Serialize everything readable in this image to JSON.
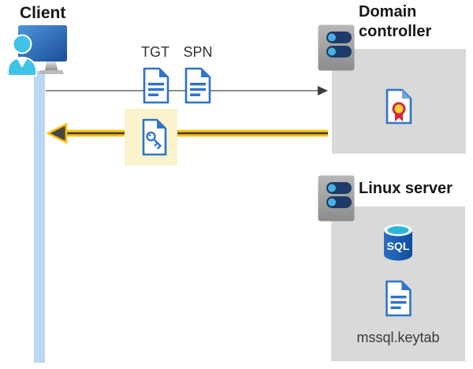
{
  "client": {
    "label": "Client"
  },
  "tickets": {
    "tgt_label": "TGT",
    "spn_label": "SPN"
  },
  "domain_controller": {
    "label": "Domain controller"
  },
  "linux_server": {
    "label": "Linux server",
    "sql_badge": "SQL",
    "keytab_filename": "mssql.keytab"
  },
  "colors": {
    "doc_blue": "#2e74c9",
    "person_cyan": "#3fc3e8",
    "monitor_blue_top": "#4e95da",
    "monitor_blue_bottom": "#1c4d99",
    "timeline_blue": "#bcd7f5",
    "box_gray": "#d9d9d9",
    "highlight_yellow": "#fbf3cd",
    "arrow_yellow": "#fec20e",
    "arrow_dark": "#3d3d3d",
    "request_line_gray": "#7d7d7d",
    "server_navy": "#1e3a68",
    "server_led_cyan": "#45b5e0",
    "sql_blue": "#1358ad",
    "sql_top_cyan": "#2fb5d8",
    "cert_gold": "#ffd23b",
    "cert_red": "#d7263d"
  }
}
